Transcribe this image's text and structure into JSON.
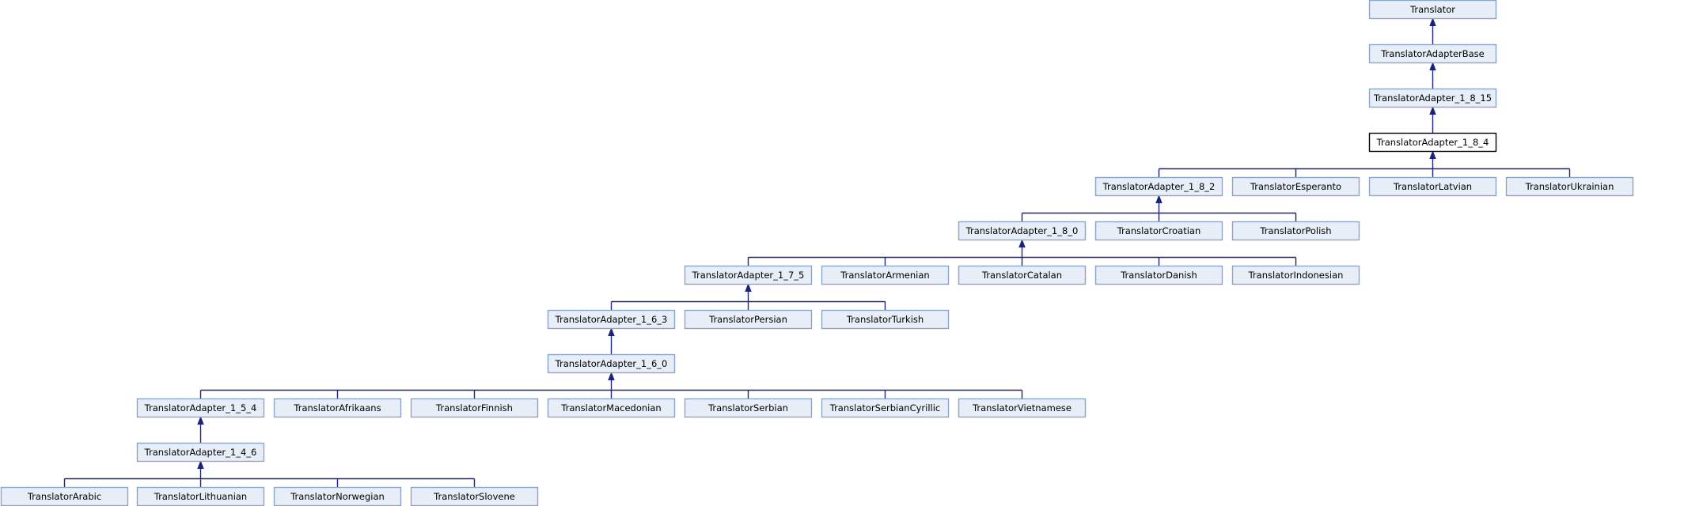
{
  "diagram": {
    "nodes": [
      {
        "id": "translator",
        "label": "Translator"
      },
      {
        "id": "adapter-base",
        "label": "TranslatorAdapterBase"
      },
      {
        "id": "adapter-1-8-15",
        "label": "TranslatorAdapter_1_8_15"
      },
      {
        "id": "adapter-1-8-4",
        "label": "TranslatorAdapter_1_8_4",
        "current": true
      },
      {
        "id": "adapter-1-8-2",
        "label": "TranslatorAdapter_1_8_2"
      },
      {
        "id": "esperanto",
        "label": "TranslatorEsperanto"
      },
      {
        "id": "latvian",
        "label": "TranslatorLatvian"
      },
      {
        "id": "ukrainian",
        "label": "TranslatorUkrainian"
      },
      {
        "id": "adapter-1-8-0",
        "label": "TranslatorAdapter_1_8_0"
      },
      {
        "id": "croatian",
        "label": "TranslatorCroatian"
      },
      {
        "id": "polish",
        "label": "TranslatorPolish"
      },
      {
        "id": "adapter-1-7-5",
        "label": "TranslatorAdapter_1_7_5"
      },
      {
        "id": "armenian",
        "label": "TranslatorArmenian"
      },
      {
        "id": "catalan",
        "label": "TranslatorCatalan"
      },
      {
        "id": "danish",
        "label": "TranslatorDanish"
      },
      {
        "id": "indonesian",
        "label": "TranslatorIndonesian"
      },
      {
        "id": "adapter-1-6-3",
        "label": "TranslatorAdapter_1_6_3"
      },
      {
        "id": "persian",
        "label": "TranslatorPersian"
      },
      {
        "id": "turkish",
        "label": "TranslatorTurkish"
      },
      {
        "id": "adapter-1-6-0",
        "label": "TranslatorAdapter_1_6_0"
      },
      {
        "id": "adapter-1-5-4",
        "label": "TranslatorAdapter_1_5_4"
      },
      {
        "id": "afrikaans",
        "label": "TranslatorAfrikaans"
      },
      {
        "id": "finnish",
        "label": "TranslatorFinnish"
      },
      {
        "id": "macedonian",
        "label": "TranslatorMacedonian"
      },
      {
        "id": "serbian",
        "label": "TranslatorSerbian"
      },
      {
        "id": "serbian-cyrillic",
        "label": "TranslatorSerbianCyrillic"
      },
      {
        "id": "vietnamese",
        "label": "TranslatorVietnamese"
      },
      {
        "id": "adapter-1-4-6",
        "label": "TranslatorAdapter_1_4_6"
      },
      {
        "id": "arabic",
        "label": "TranslatorArabic"
      },
      {
        "id": "lithuanian",
        "label": "TranslatorLithuanian"
      },
      {
        "id": "norwegian",
        "label": "TranslatorNorwegian"
      },
      {
        "id": "slovene",
        "label": "TranslatorSlovene"
      }
    ],
    "edges": [
      {
        "from": "adapter-base",
        "to": "translator"
      },
      {
        "from": "adapter-1-8-15",
        "to": "adapter-base"
      },
      {
        "from": "adapter-1-8-4",
        "to": "adapter-1-8-15"
      },
      {
        "from": "adapter-1-8-2",
        "to": "adapter-1-8-4"
      },
      {
        "from": "esperanto",
        "to": "adapter-1-8-4"
      },
      {
        "from": "latvian",
        "to": "adapter-1-8-4"
      },
      {
        "from": "ukrainian",
        "to": "adapter-1-8-4"
      },
      {
        "from": "adapter-1-8-0",
        "to": "adapter-1-8-2"
      },
      {
        "from": "croatian",
        "to": "adapter-1-8-2"
      },
      {
        "from": "polish",
        "to": "adapter-1-8-2"
      },
      {
        "from": "adapter-1-7-5",
        "to": "adapter-1-8-0"
      },
      {
        "from": "armenian",
        "to": "adapter-1-8-0"
      },
      {
        "from": "catalan",
        "to": "adapter-1-8-0"
      },
      {
        "from": "danish",
        "to": "adapter-1-8-0"
      },
      {
        "from": "indonesian",
        "to": "adapter-1-8-0"
      },
      {
        "from": "adapter-1-6-3",
        "to": "adapter-1-7-5"
      },
      {
        "from": "persian",
        "to": "adapter-1-7-5"
      },
      {
        "from": "turkish",
        "to": "adapter-1-7-5"
      },
      {
        "from": "adapter-1-6-0",
        "to": "adapter-1-6-3"
      },
      {
        "from": "adapter-1-5-4",
        "to": "adapter-1-6-0"
      },
      {
        "from": "afrikaans",
        "to": "adapter-1-6-0"
      },
      {
        "from": "finnish",
        "to": "adapter-1-6-0"
      },
      {
        "from": "macedonian",
        "to": "adapter-1-6-0"
      },
      {
        "from": "serbian",
        "to": "adapter-1-6-0"
      },
      {
        "from": "serbian-cyrillic",
        "to": "adapter-1-6-0"
      },
      {
        "from": "vietnamese",
        "to": "adapter-1-6-0"
      },
      {
        "from": "adapter-1-4-6",
        "to": "adapter-1-5-4"
      },
      {
        "from": "arabic",
        "to": "adapter-1-4-6"
      },
      {
        "from": "lithuanian",
        "to": "adapter-1-4-6"
      },
      {
        "from": "norwegian",
        "to": "adapter-1-4-6"
      },
      {
        "from": "slovene",
        "to": "adapter-1-4-6"
      }
    ]
  }
}
